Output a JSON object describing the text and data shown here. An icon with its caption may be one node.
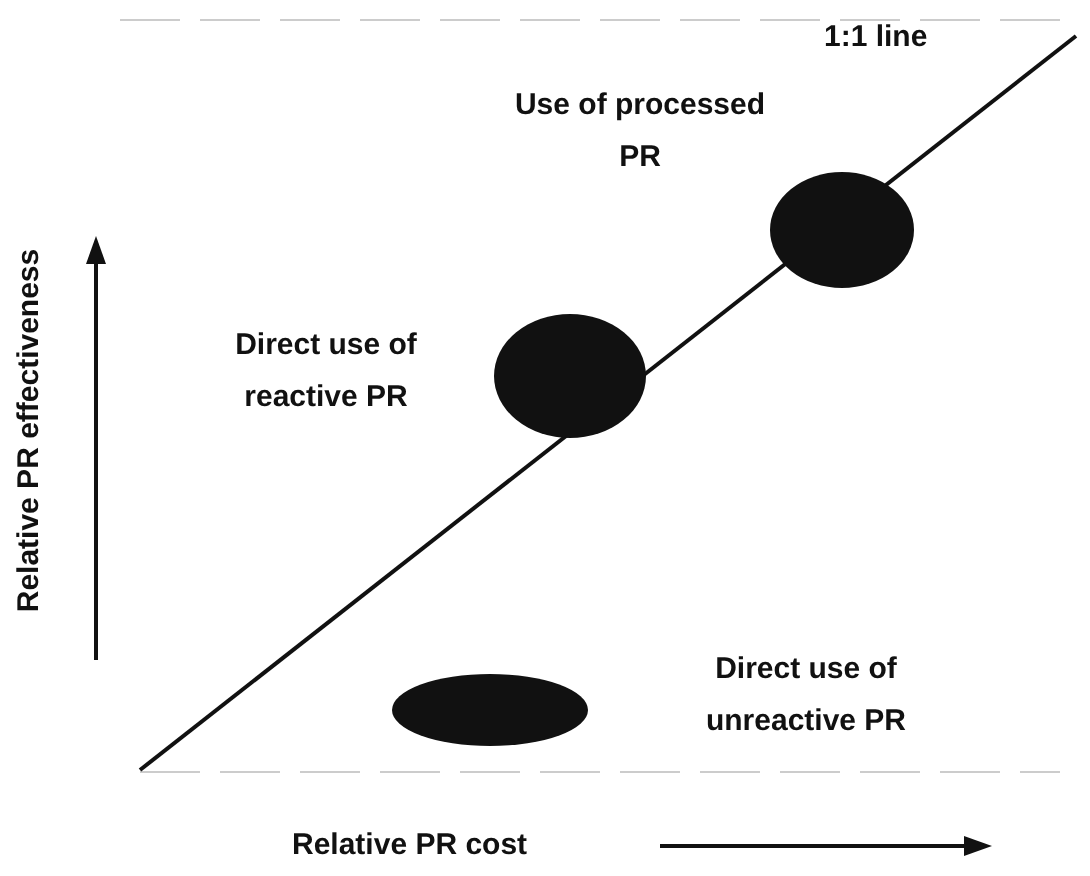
{
  "diagram": {
    "nodes": [
      {
        "text": [],
        "shape": "ellipse",
        "beside": [
          "Use of processed PR"
        ]
      },
      {
        "text": [],
        "shape": "ellipse",
        "beside": [
          "Direct use of reactive PR"
        ]
      },
      {
        "text": [],
        "shape": "ellipse",
        "beside": [
          "Direct use of unreactive PR"
        ]
      }
    ],
    "edges": [],
    "labels": [
      "1:1 line",
      "Relative PR effectiveness",
      "Relative PR cost"
    ]
  }
}
